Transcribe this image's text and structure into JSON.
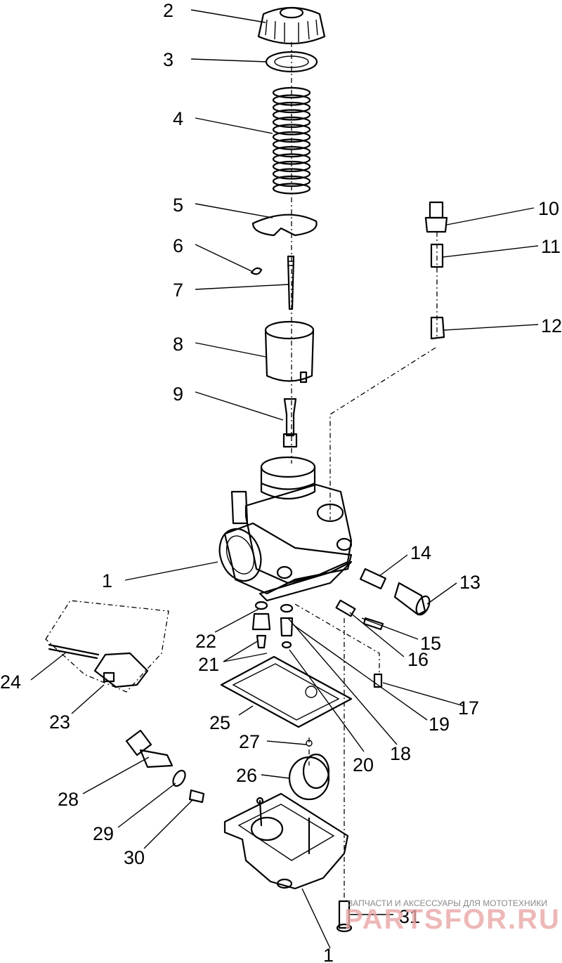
{
  "diagram": {
    "callouts": [
      "2",
      "3",
      "4",
      "5",
      "6",
      "7",
      "8",
      "9",
      "10",
      "11",
      "12",
      "1",
      "14",
      "13",
      "22",
      "21",
      "15",
      "16",
      "24",
      "23",
      "25",
      "17",
      "19",
      "27",
      "20",
      "18",
      "26",
      "28",
      "29",
      "30",
      "31",
      "1"
    ]
  },
  "watermark": {
    "text": "ЗАПЧАСТИ И АКСЕССУАРЫ ДЛЯ МОТОТЕХНИКИ",
    "logo": "PARTSFOR.RU"
  }
}
